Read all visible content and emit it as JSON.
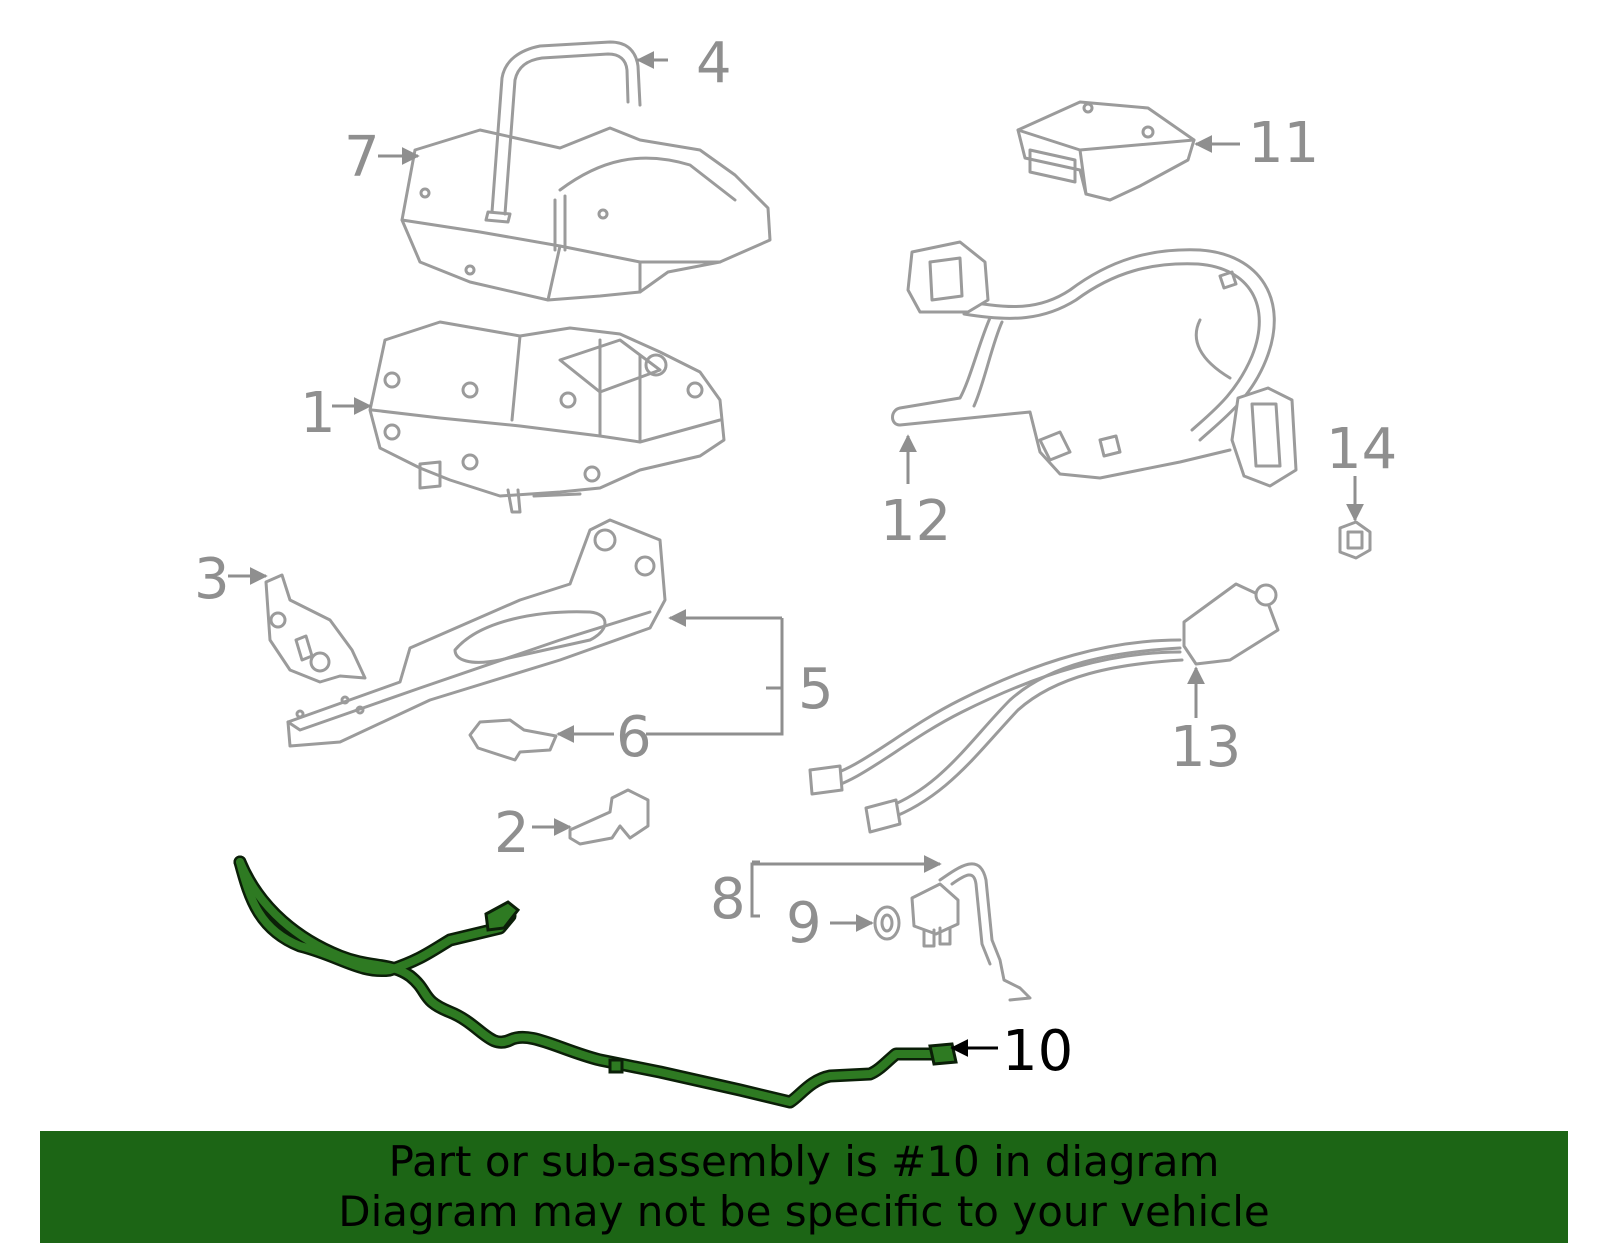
{
  "diagram": {
    "callouts": {
      "c1": "1",
      "c2": "2",
      "c3": "3",
      "c4": "4",
      "c5": "5",
      "c6": "6",
      "c7": "7",
      "c8": "8",
      "c9": "9",
      "c10": "10",
      "c11": "11",
      "c12": "12",
      "c13": "13",
      "c14": "14"
    },
    "highlighted_part": "10",
    "highlight_color": "#2e7a22",
    "part_color": "#9b9b9b"
  },
  "banner": {
    "line1": "Part or sub-assembly is #10 in diagram",
    "line2": "Diagram may not be specific to your vehicle",
    "background": "#1c6515"
  }
}
